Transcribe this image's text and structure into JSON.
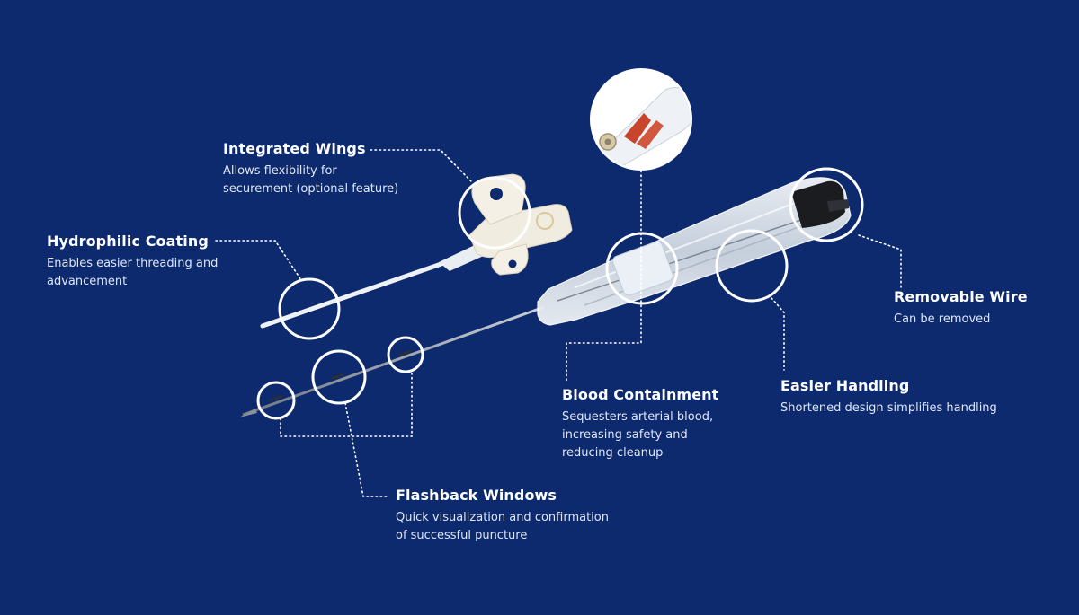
{
  "colors": {
    "background": "#0d2a6e",
    "text": "#ffffff",
    "device_body": "#e8edf2",
    "accent_red": "#c8442d"
  },
  "callouts": {
    "integrated_wings": {
      "title": "Integrated Wings",
      "desc": [
        "Allows flexibility for",
        "securement (optional feature)"
      ]
    },
    "hydrophilic_coating": {
      "title": "Hydrophilic Coating",
      "desc": [
        "Enables easier threading and",
        "advancement"
      ]
    },
    "removable_wire": {
      "title": "Removable Wire",
      "desc": [
        "Can be removed"
      ]
    },
    "easier_handling": {
      "title": "Easier Handling",
      "desc": [
        "Shortened design simplifies handling"
      ]
    },
    "blood_containment": {
      "title": "Blood Containment",
      "desc": [
        "Sequesters arterial blood,",
        "increasing safety and",
        "reducing cleanup"
      ]
    },
    "flashback_windows": {
      "title": "Flashback Windows",
      "desc": [
        "Quick visualization and confirmation",
        "of successful puncture"
      ]
    }
  }
}
